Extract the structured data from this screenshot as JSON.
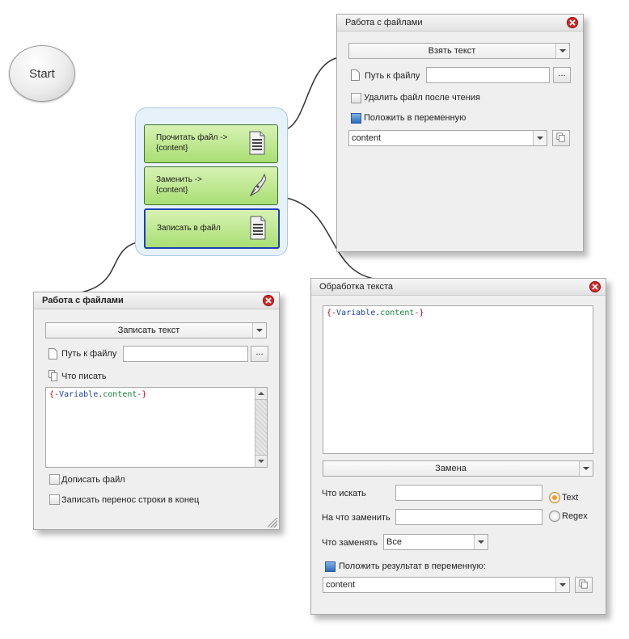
{
  "start": {
    "label": "Start"
  },
  "nodes": [
    {
      "label": "Прочитать файл ->\n{content}",
      "icon": "document-icon"
    },
    {
      "label": "Заменить ->\n{content}",
      "icon": "pen-nib-icon"
    },
    {
      "label": "Записать в файл",
      "icon": "document-icon"
    }
  ],
  "read_panel": {
    "title": "Работа с файлами",
    "action": "Взять текст",
    "path_label": "Путь к файлу",
    "path_value": "",
    "browse_label": "...",
    "delete_label": "Удалить файл после чтения",
    "save_var_label": "Положить в переменную",
    "variable": "content"
  },
  "write_panel": {
    "title": "Работа с файлами",
    "action": "Записать текст",
    "path_label": "Путь к файлу",
    "path_value": "",
    "browse_label": "...",
    "what_label": "Что писать",
    "code": {
      "open": "{-",
      "var": "Variable",
      "dot": ".",
      "name": "content",
      "close": "-}"
    },
    "append_label": "Дописать файл",
    "newline_label": "Записать перенос строки в конец"
  },
  "text_panel": {
    "title": "Обработка текста",
    "code": {
      "open": "{-",
      "var": "Variable",
      "dot": ".",
      "name": "content",
      "close": "-}"
    },
    "action": "Замена",
    "find_label": "Что искать",
    "find_value": "",
    "replace_label": "На что заменить",
    "replace_value": "",
    "mode_text": "Text",
    "mode_regex": "Regex",
    "what_replace_label": "Что заменять",
    "what_replace_value": "Все",
    "result_label": "Положить результат в переменную:",
    "variable": "content"
  },
  "colors": {
    "node_green": "#a9df74",
    "selection_blue": "#1d3fb5",
    "group_bg": "#e6f1fa"
  }
}
